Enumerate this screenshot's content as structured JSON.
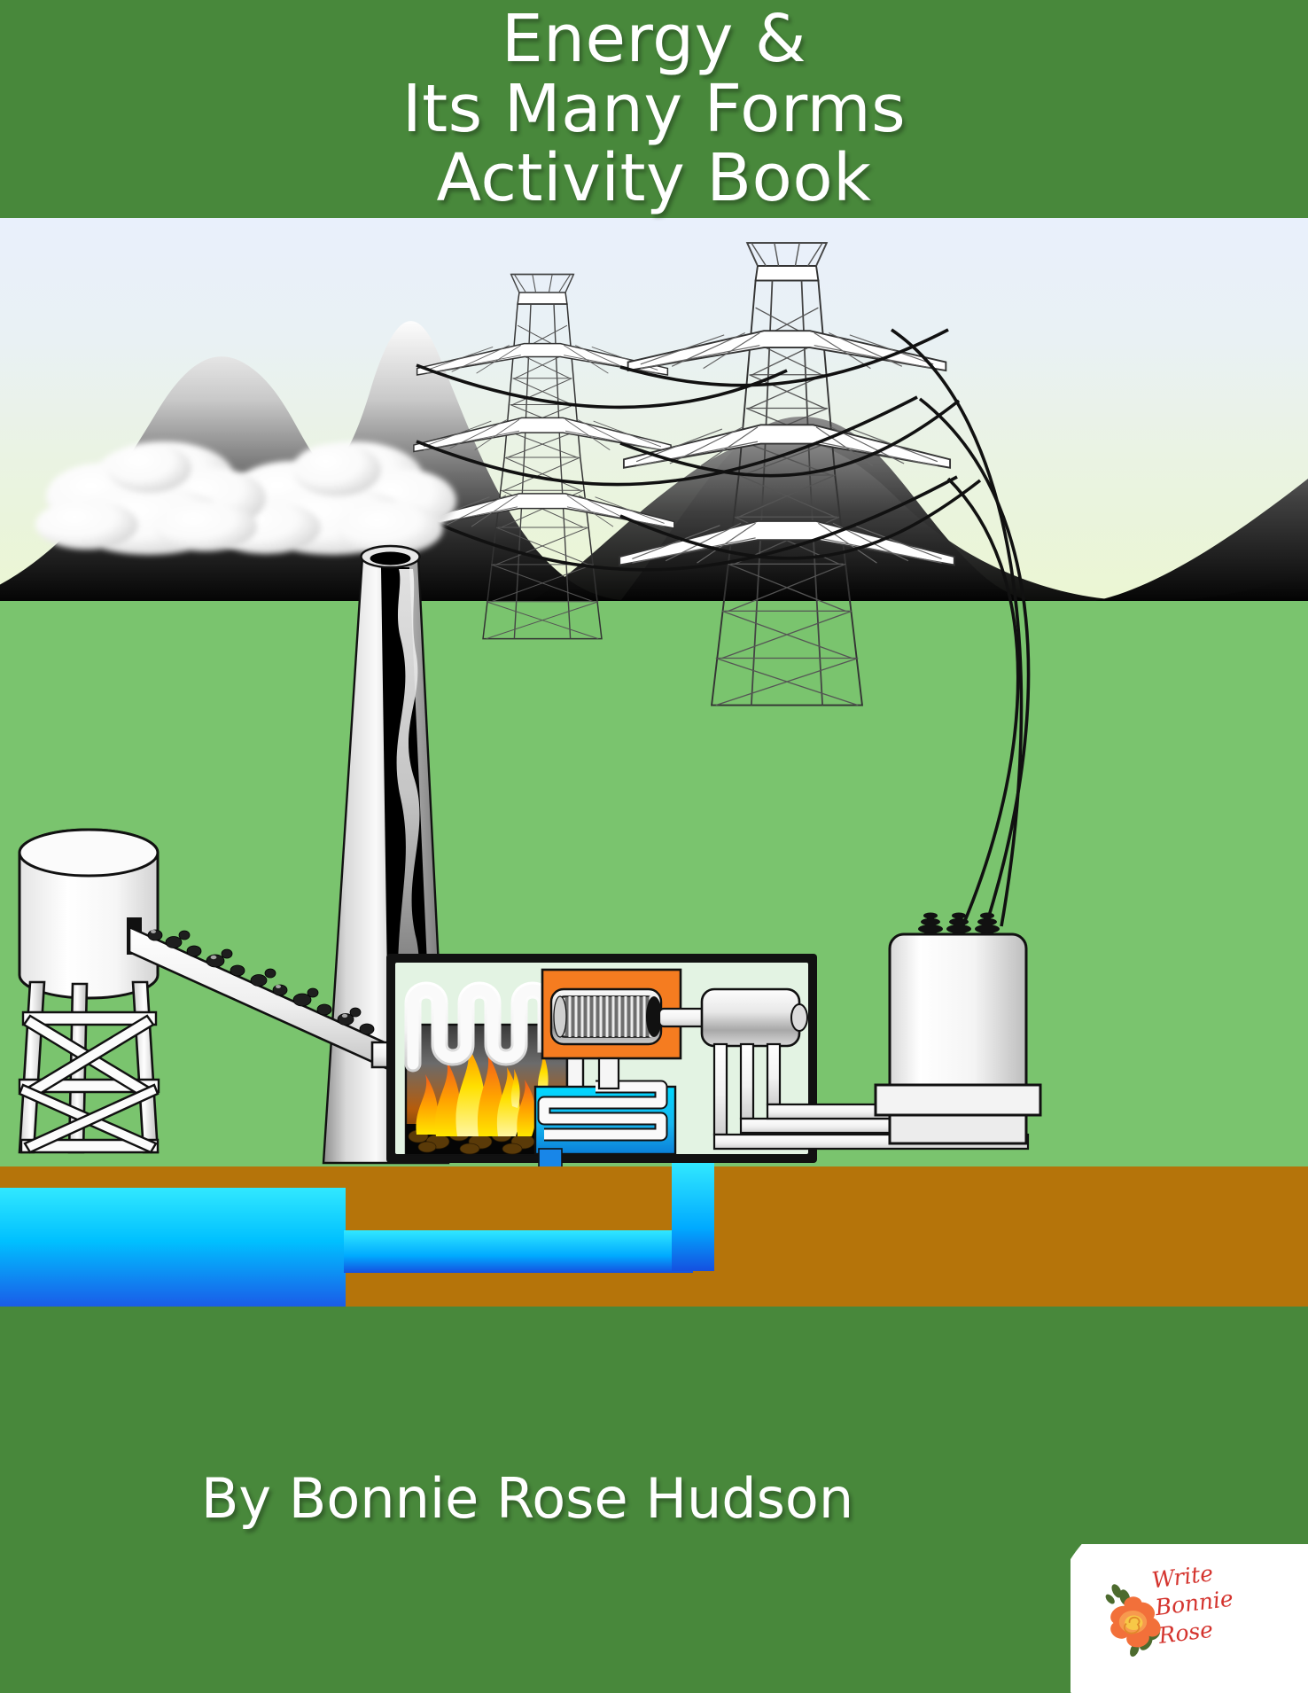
{
  "cover": {
    "title": "Energy &\nIts Many Forms\nActivity Book",
    "author": "By Bonnie Rose Hudson",
    "publisher_logo_text": "Write\nBonnie\nRose"
  },
  "colors": {
    "title_band": "#48883b",
    "bottom_band": "#48883b",
    "title_text": "#ffffff",
    "author_text": "#ffffff",
    "sky_top": "#e9f0fc",
    "sky_bottom": "#ebf6d3",
    "grass": "#7ac46e",
    "earth": "#b5740a",
    "water": "#00c8ff",
    "mountain_dark": "#1a1a1a",
    "mountain_light": "#f2f2f2",
    "turbine_housing": "#f57c20",
    "condenser": "#00c8f0",
    "plant_interior": "#e3f3e3",
    "flame_outer": "#f07a1e",
    "flame_inner": "#ffe000",
    "logo_rose": "#f2703a",
    "logo_leaf": "#4d6b2e",
    "logo_text": "#d4342e"
  },
  "illustration": {
    "scene_name": "coal-fired-power-plant-diagram",
    "elements": [
      {
        "name": "mountain-range",
        "label": "Mountains"
      },
      {
        "name": "smoke-cloud-left",
        "label": "Smoke cloud"
      },
      {
        "name": "smoke-cloud-right",
        "label": "Smoke cloud"
      },
      {
        "name": "smokestack",
        "label": "Smokestack"
      },
      {
        "name": "transmission-tower-left",
        "label": "Transmission tower"
      },
      {
        "name": "transmission-tower-right",
        "label": "Transmission tower"
      },
      {
        "name": "power-lines",
        "label": "Power lines"
      },
      {
        "name": "water-tower",
        "label": "Water tower"
      },
      {
        "name": "coal-conveyor",
        "label": "Coal conveyor belt"
      },
      {
        "name": "boiler-furnace",
        "label": "Boiler with fire and coal"
      },
      {
        "name": "boiler-coil",
        "label": "Steam coil"
      },
      {
        "name": "turbine",
        "label": "Steam turbine"
      },
      {
        "name": "generator",
        "label": "Generator"
      },
      {
        "name": "condenser",
        "label": "Condenser"
      },
      {
        "name": "transformer",
        "label": "Transformer"
      },
      {
        "name": "underground-water-pipe",
        "label": "Water intake pipe"
      },
      {
        "name": "underground-reservoir",
        "label": "Water reservoir"
      }
    ]
  }
}
